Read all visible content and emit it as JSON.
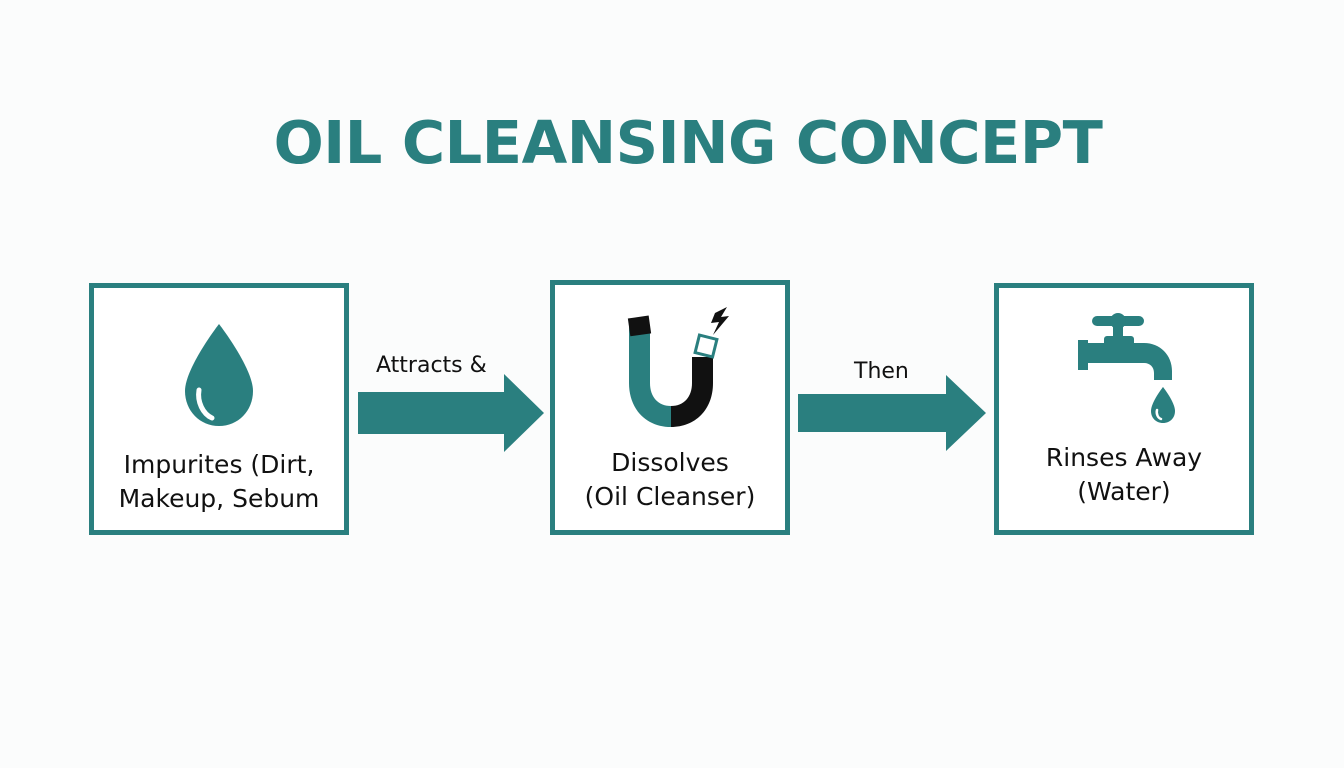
{
  "title": "OIL CLEANSING CONCEPT",
  "colors": {
    "accent": "#2a7f7f",
    "text": "#111111",
    "background": "#fbfcfc"
  },
  "steps": [
    {
      "icon": "water-drop-icon",
      "line1": "Impurites (Dirt,",
      "line2": "Makeup, Sebum"
    },
    {
      "icon": "magnet-icon",
      "line1": "Dissolves",
      "line2": "(Oil Cleanser)"
    },
    {
      "icon": "faucet-icon",
      "line1": "Rinses Away",
      "line2": "(Water)"
    }
  ],
  "connectors": [
    {
      "label": "Attracts &"
    },
    {
      "label": "Then"
    }
  ]
}
